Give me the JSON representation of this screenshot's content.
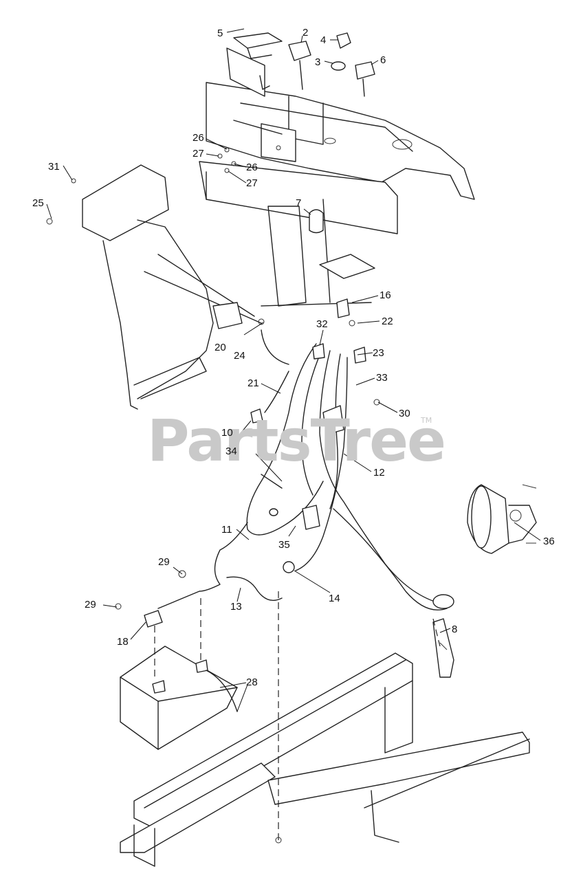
{
  "watermark": {
    "text": "PartsTree",
    "trademark": "TM"
  },
  "callouts": [
    "5",
    "2",
    "4",
    "3",
    "6",
    "26",
    "27",
    "26",
    "27",
    "31",
    "25",
    "7",
    "16",
    "32",
    "22",
    "20",
    "24",
    "23",
    "21",
    "33",
    "30",
    "10",
    "34",
    "12",
    "11",
    "35",
    "36",
    "29",
    "14",
    "13",
    "29",
    "8",
    "18",
    "28"
  ]
}
